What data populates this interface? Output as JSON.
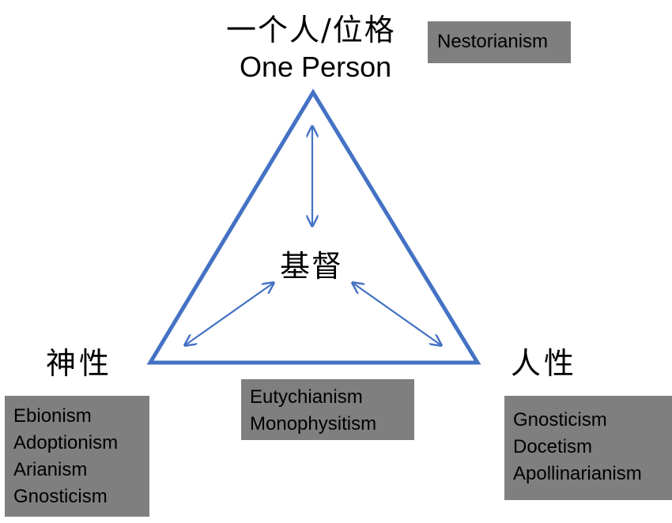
{
  "labels": {
    "top_zh": "一个人/位格",
    "top_en": "One Person",
    "center": "基督",
    "left": "神性",
    "right": "人性"
  },
  "boxes": {
    "top_right": [
      "Nestorianism"
    ],
    "bottom_center": [
      "Eutychianism",
      "Monophysitism"
    ],
    "bottom_left": [
      "Ebionism",
      "Adoptionism",
      "Arianism",
      "Gnosticism"
    ],
    "bottom_right": [
      "Gnosticism",
      "Docetism",
      "Apollinarianism"
    ]
  },
  "colors": {
    "triangle": "#4472c4",
    "box_fill": "#7f7f7f",
    "text": "#000000"
  }
}
